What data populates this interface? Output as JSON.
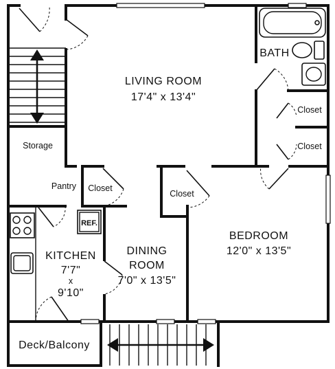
{
  "rooms": {
    "living_room": {
      "name": "LIVING ROOM",
      "dims": "17'4\" x 13'4\""
    },
    "bedroom": {
      "name": "BEDROOM",
      "dims": "12'0\" x 13'5\""
    },
    "dining_room": {
      "name_line1": "DINING",
      "name_line2": "ROOM",
      "dims": "7'0\" x 13'5\""
    },
    "kitchen": {
      "name": "KITCHEN",
      "dims_line1": "7'7\"",
      "dims_line2": "x",
      "dims_line3": "9'10\""
    },
    "bath": {
      "name": "BATH"
    }
  },
  "spaces": {
    "closet_bath_upper": "Closet",
    "closet_bath_lower": "Closet",
    "closet_pantry_side": "Closet",
    "closet_bedroom": "Closet",
    "storage": "Storage",
    "pantry": "Pantry",
    "deck": "Deck/Balcony",
    "fridge": "REF."
  }
}
